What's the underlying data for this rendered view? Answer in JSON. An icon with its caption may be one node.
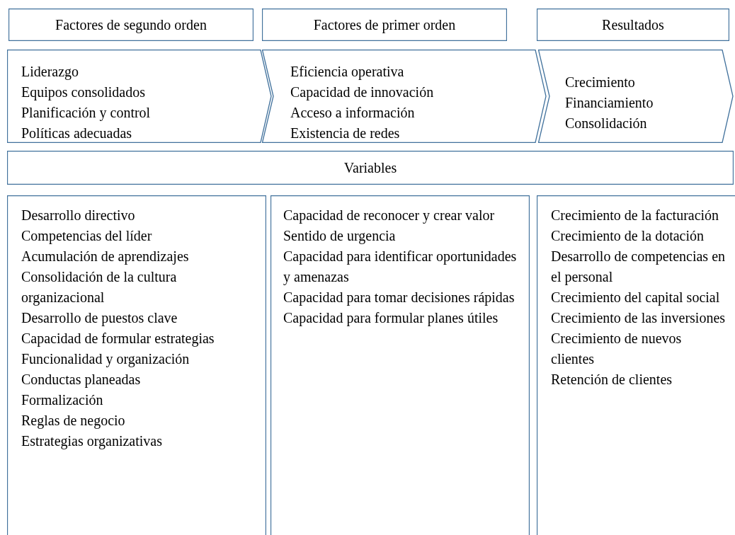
{
  "diagram": {
    "nodes": [
      {
        "text": [
          "Factores de segundo orden"
        ]
      },
      {
        "text": [
          "Factores de primer orden"
        ]
      },
      {
        "text": [
          "Resultados"
        ]
      },
      {
        "text": [
          "Liderazgo",
          "Equipos consolidados",
          "Planificación y control",
          "Políticas adecuadas"
        ]
      },
      {
        "text": [
          "Eficiencia operativa",
          "Capacidad de innovación",
          "Acceso a información",
          "Existencia de redes"
        ]
      },
      {
        "text": [
          "Crecimiento",
          "Financiamiento",
          "Consolidación"
        ]
      },
      {
        "text": [
          "Variables"
        ]
      },
      {
        "text": [
          "Desarrollo directivo",
          "Competencias del líder",
          "Acumulación de aprendizajes",
          "Consolidación de la cultura organizacional",
          "Desarrollo de puestos clave",
          "Capacidad de formular estrategias",
          "Funcionalidad y organización",
          "Conductas planeadas",
          "Formalización",
          "Reglas de negocio",
          "Estrategias organizativas"
        ]
      },
      {
        "text": [
          "Capacidad de reconocer y crear valor",
          "Sentido de urgencia",
          "Capacidad para identificar oportunidades y amenazas",
          "Capacidad para tomar decisiones rápidas",
          "Capacidad para formular planes útiles"
        ]
      },
      {
        "text": [
          "Crecimiento de la facturación",
          "Crecimiento de la dotación",
          "Desarrollo de competencias en el personal",
          "Crecimiento del capital social",
          "Crecimiento de las inversiones",
          "Crecimiento de nuevos clientes",
          "Retención de clientes"
        ]
      }
    ]
  }
}
